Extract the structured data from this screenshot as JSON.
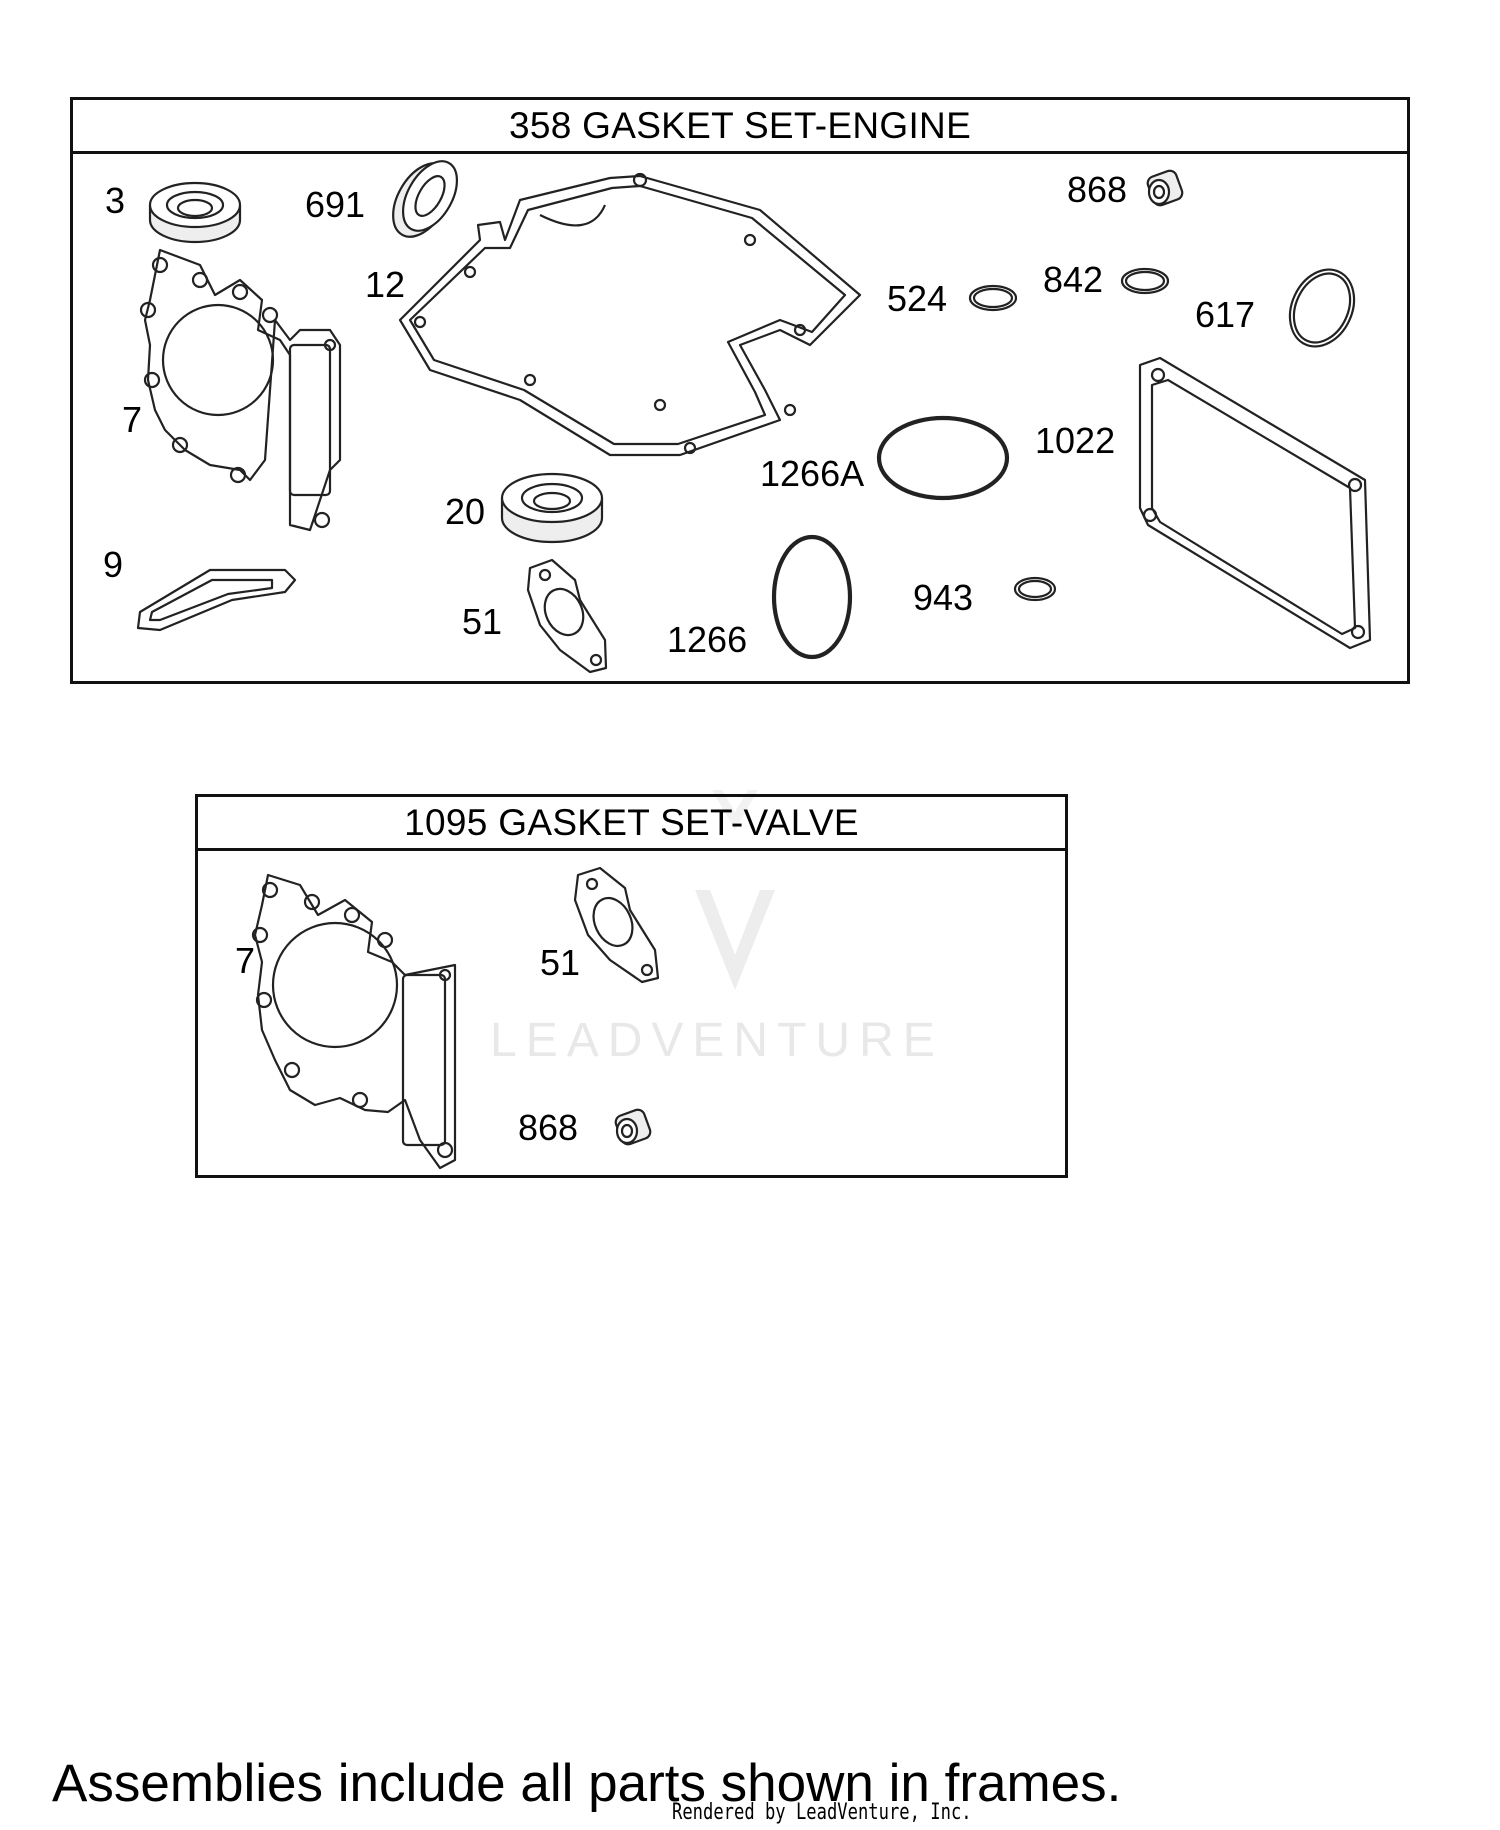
{
  "engine_set": {
    "title": "358 GASKET  SET-ENGINE",
    "callouts": {
      "p3": "3",
      "p691": "691",
      "p12": "12",
      "p868": "868",
      "p524": "524",
      "p842": "842",
      "p617": "617",
      "p7": "7",
      "p1266A": "1266A",
      "p1022": "1022",
      "p20": "20",
      "p9": "9",
      "p51": "51",
      "p1266": "1266",
      "p943": "943"
    }
  },
  "valve_set": {
    "title": "1095 GASKET  SET-VALVE",
    "callouts": {
      "p7": "7",
      "p51": "51",
      "p868": "868"
    }
  },
  "footer_note": "Assemblies include all parts shown in frames.",
  "rendered_by": "Rendered by LeadVenture, Inc.",
  "watermark": "LEADVENTURE"
}
